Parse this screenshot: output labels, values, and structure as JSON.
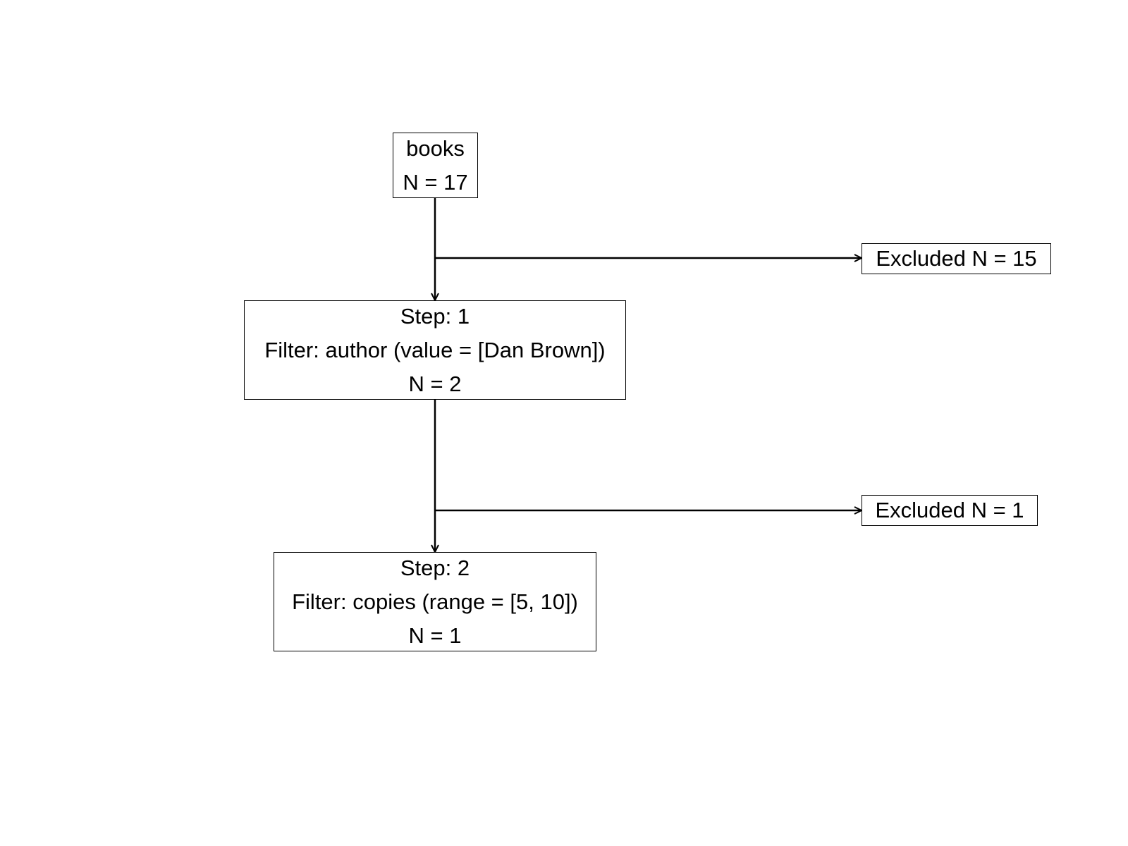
{
  "nodes": {
    "source": {
      "name": "books",
      "count": "N = 17"
    },
    "step1": {
      "step": "Step: 1",
      "filter": "Filter: author (value = [Dan Brown])",
      "count": "N = 2"
    },
    "step2": {
      "step": "Step: 2",
      "filter": "Filter: copies (range = [5, 10])",
      "count": "N = 1"
    }
  },
  "excluded": {
    "first": "Excluded N = 15",
    "second": "Excluded N = 1"
  },
  "colors": {
    "line": "#000000",
    "background": "#ffffff"
  }
}
